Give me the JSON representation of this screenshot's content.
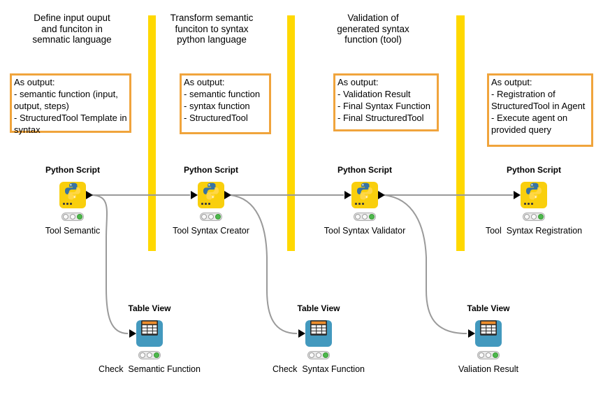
{
  "colors": {
    "separator_yellow": "#FFD800",
    "node_yellow": "#F9CF0D",
    "table_blue": "#4399BE",
    "annotation_border_orange": "#F0A43C",
    "connector_gray": "#9A9A9A",
    "status_green": "#4DB84D",
    "port_black": "#000000",
    "python_blue": "#3873A3",
    "python_yellow": "#FFD747",
    "table_icon_orange": "#EF8E2C"
  },
  "annotations": {
    "titles": [
      {
        "text": "Define input ouput\nand funciton in\nsemnatic language"
      },
      {
        "text": "Transform semantic\nfunciton to syntax\npython language"
      },
      {
        "text": "Validation of\ngenerated syntax\nfunction (tool)"
      }
    ],
    "output_boxes": [
      {
        "text": "As output:\n- semantic function (input,\noutput, steps)\n- StructuredTool Template in\nsyntax"
      },
      {
        "text": "As output:\n- semantic function\n- syntax function\n- StructuredTool"
      },
      {
        "text": "As output:\n- Validation Result\n- Final Syntax Function\n- Final StructuredTool"
      },
      {
        "text": "As output:\n- Registration of\nStructuredTool in Agent\n- Execute agent on\nprovided query"
      }
    ]
  },
  "nodes": [
    {
      "type": "Python Script",
      "name": "Tool Semantic",
      "status": "executed"
    },
    {
      "type": "Python Script",
      "name": "Tool Syntax Creator",
      "status": "executed"
    },
    {
      "type": "Python Script",
      "name": "Tool Syntax Validator",
      "status": "executed"
    },
    {
      "type": "Python Script",
      "name": "Tool  Syntax Registration",
      "status": "executed"
    },
    {
      "type": "Table View",
      "name": "Check  Semantic Function",
      "status": "executed"
    },
    {
      "type": "Table View",
      "name": "Check  Syntax Function",
      "status": "executed"
    },
    {
      "type": "Table View",
      "name": "Valiation Result",
      "status": "executed"
    }
  ]
}
